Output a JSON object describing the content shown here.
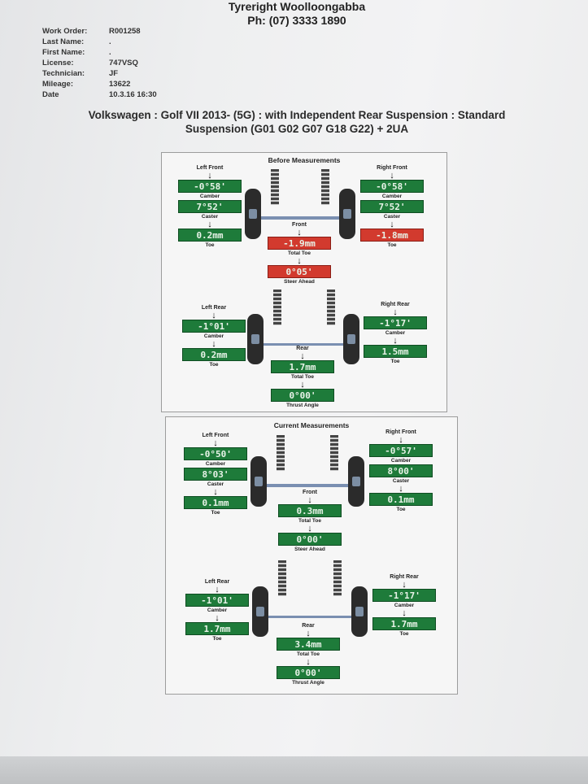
{
  "header": {
    "shop_name": "Tyreright Woolloongabba",
    "phone": "Ph: (07) 3333 1890"
  },
  "info": [
    {
      "label": "Work Order:",
      "value": "R001258"
    },
    {
      "label": "Last Name:",
      "value": "."
    },
    {
      "label": "First Name:",
      "value": "."
    },
    {
      "label": "License:",
      "value": "747VSQ"
    },
    {
      "label": "Technician:",
      "value": "JF"
    },
    {
      "label": "Mileage:",
      "value": "13622"
    },
    {
      "label": "Date",
      "value": "10.3.16 16:30"
    }
  ],
  "vehicle": {
    "line1": "Volkswagen : Golf VII 2013-  (5G) : with Independent Rear Suspension : Standard",
    "line2": "Suspension (G01 G02 G07 G18 G22) + 2UA"
  },
  "before": {
    "title": "Before Measurements",
    "front": {
      "left_title": "Left Front",
      "right_title": "Right Front",
      "center_label": "Front",
      "left": {
        "camber": "-0°58'",
        "caster": "7°52'",
        "toe": "0.2mm",
        "camber_label": "Camber",
        "caster_label": "Caster",
        "toe_label": "Toe"
      },
      "right": {
        "camber": "-0°58'",
        "caster": "7°52'",
        "toe": "-1.8mm",
        "camber_label": "Camber",
        "caster_label": "Caster",
        "toe_label": "Toe"
      },
      "total_toe": "-1.9mm",
      "total_toe_label": "Total Toe",
      "steer_ahead": "0°05'",
      "steer_ahead_label": "Steer Ahead"
    },
    "rear": {
      "left_title": "Left Rear",
      "right_title": "Right Rear",
      "center_label": "Rear",
      "left": {
        "camber": "-1°01'",
        "toe": "0.2mm",
        "camber_label": "Camber",
        "toe_label": "Toe"
      },
      "right": {
        "camber": "-1°17'",
        "toe": "1.5mm",
        "camber_label": "Camber",
        "toe_label": "Toe"
      },
      "total_toe": "1.7mm",
      "total_toe_label": "Total Toe",
      "thrust": "0°00'",
      "thrust_label": "Thrust Angle"
    }
  },
  "current": {
    "title": "Current Measurements",
    "front": {
      "left_title": "Left Front",
      "right_title": "Right Front",
      "center_label": "Front",
      "left": {
        "camber": "-0°50'",
        "caster": "8°03'",
        "toe": "0.1mm",
        "camber_label": "Camber",
        "caster_label": "Caster",
        "toe_label": "Toe"
      },
      "right": {
        "camber": "-0°57'",
        "caster": "8°00'",
        "toe": "0.1mm",
        "camber_label": "Camber",
        "caster_label": "Caster",
        "toe_label": "Toe"
      },
      "total_toe": "0.3mm",
      "total_toe_label": "Total Toe",
      "steer_ahead": "0°00'",
      "steer_ahead_label": "Steer Ahead"
    },
    "rear": {
      "left_title": "Left Rear",
      "right_title": "Right Rear",
      "center_label": "Rear",
      "left": {
        "camber": "-1°01'",
        "toe": "1.7mm",
        "camber_label": "Camber",
        "toe_label": "Toe"
      },
      "right": {
        "camber": "-1°17'",
        "toe": "1.7mm",
        "camber_label": "Camber",
        "toe_label": "Toe"
      },
      "total_toe": "3.4mm",
      "total_toe_label": "Total Toe",
      "thrust": "0°00'",
      "thrust_label": "Thrust Angle"
    }
  },
  "colors": {
    "in_spec": "#1e7b3a",
    "out_of_spec": "#d23a2e",
    "paper": "#eeeff0"
  }
}
